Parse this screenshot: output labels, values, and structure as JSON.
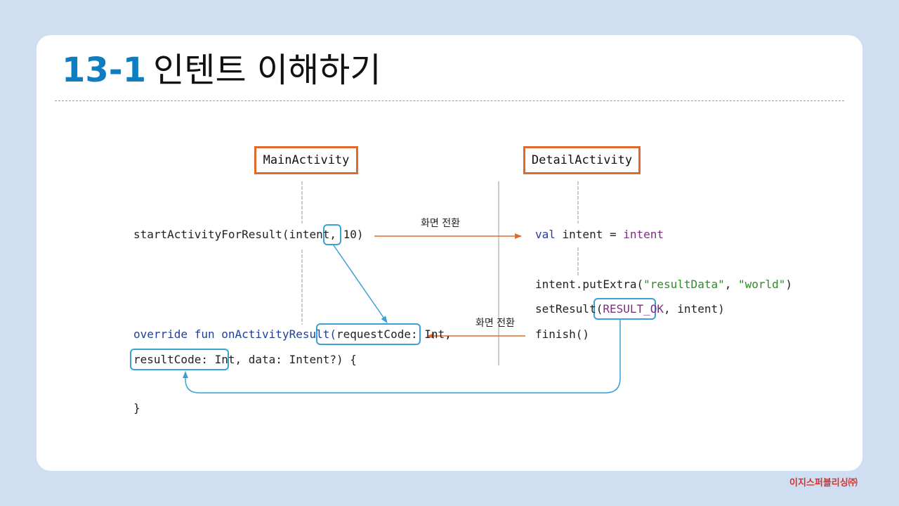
{
  "title": {
    "number": "13-1",
    "text": "인텐트 이해하기"
  },
  "boxes": {
    "main": "MainActivity",
    "detail": "DetailActivity"
  },
  "labels": {
    "transition_forward": "화면 전환",
    "transition_back": "화면 전환"
  },
  "main_code": {
    "line1_prefix": "startActivityForResult(intent, ",
    "line1_code": "10",
    "line1_suffix": ")",
    "line2_kw": "override fun ",
    "line2_fn": "onActivityResult(",
    "line2_param": "requestCode: Int",
    "line2_comma": ",",
    "line3_param": "resultCode: Int",
    "line3_rest": ", data: Intent?) {",
    "line4": "}"
  },
  "detail_code": {
    "line1_kw": "val ",
    "line1_mid": "intent = ",
    "line1_val": "intent",
    "line2_prefix": "intent.putExtra(",
    "line2_str1": "\"resultData\"",
    "line2_sep": ", ",
    "line2_str2": "\"world\"",
    "line2_suffix": ")",
    "line3_prefix": "setResult(",
    "line3_const": "RESULT_OK",
    "line3_suffix": ", intent)",
    "line4": "finish()"
  },
  "publisher": "이지스퍼블리싱㈜",
  "colors": {
    "accent_blue": "#0f7dc2",
    "box_orange": "#e06a2b",
    "highlight_blue": "#3ba0d4",
    "background": "#cfdff1"
  }
}
